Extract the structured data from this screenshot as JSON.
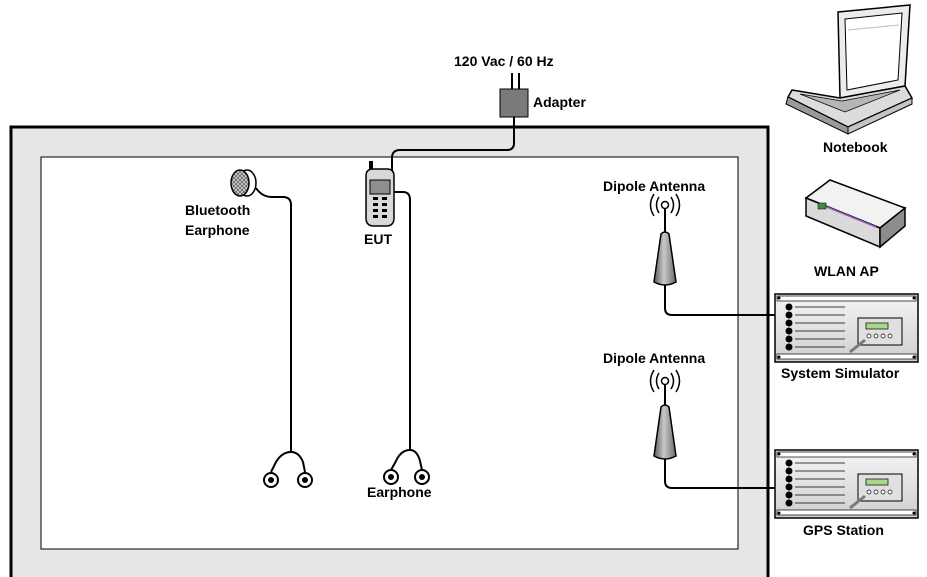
{
  "labels": {
    "power": "120 Vac / 60 Hz",
    "adapter": "Adapter",
    "notebook": "Notebook",
    "wlan_ap": "WLAN AP",
    "bt_line1": "Bluetooth",
    "bt_line2": "Earphone",
    "eut": "EUT",
    "dipole1": "Dipole Antenna",
    "dipole2": "Dipole Antenna",
    "system_simulator": "System Simulator",
    "gps_station": "GPS Station",
    "earphone": "Earphone"
  },
  "colors": {
    "chamber_outer": "#e6e6e6",
    "chamber_inner": "#ffffff",
    "line": "#000000",
    "adapter": "#7a7a7a",
    "antenna": "#9a9a9a",
    "lcd": "#a8d890"
  }
}
